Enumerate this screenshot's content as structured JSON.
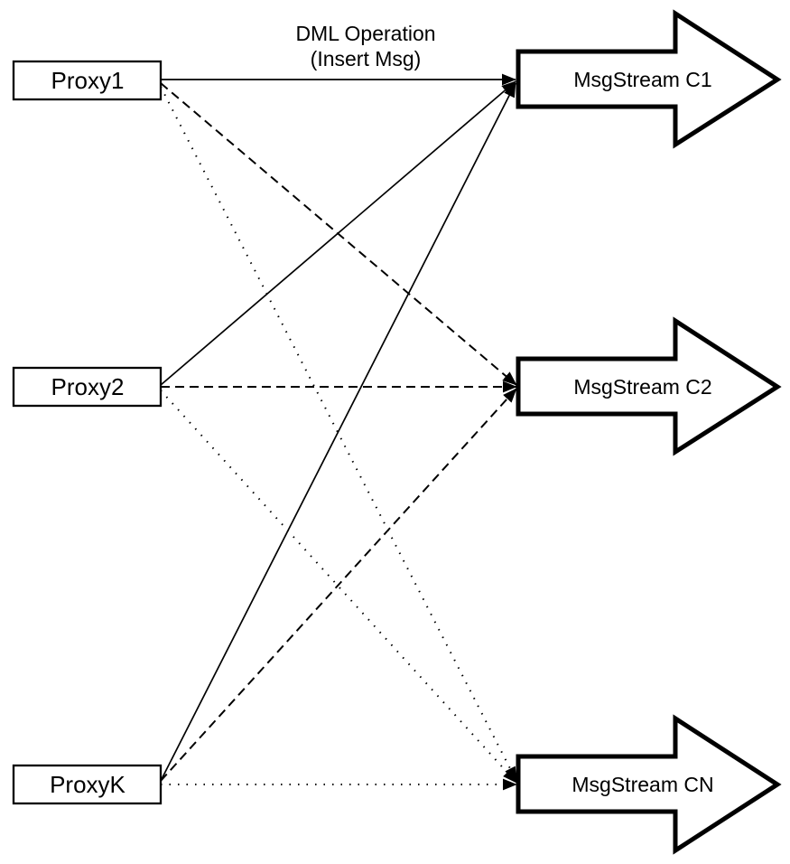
{
  "annotation": {
    "line1": "DML Operation",
    "line2": "(Insert Msg)"
  },
  "proxies": [
    {
      "label": "Proxy1"
    },
    {
      "label": "Proxy2"
    },
    {
      "label": "ProxyK"
    }
  ],
  "streams": [
    {
      "label": "MsgStream C1"
    },
    {
      "label": "MsgStream C2"
    },
    {
      "label": "MsgStream CN"
    }
  ],
  "edges": [
    {
      "from": "Proxy1",
      "to": "MsgStream C1",
      "style": "solid",
      "label": "DML Operation (Insert Msg)"
    },
    {
      "from": "Proxy2",
      "to": "MsgStream C1",
      "style": "solid"
    },
    {
      "from": "ProxyK",
      "to": "MsgStream C1",
      "style": "solid"
    },
    {
      "from": "Proxy1",
      "to": "MsgStream C2",
      "style": "dashed"
    },
    {
      "from": "Proxy2",
      "to": "MsgStream C2",
      "style": "dashed"
    },
    {
      "from": "ProxyK",
      "to": "MsgStream C2",
      "style": "dashed"
    },
    {
      "from": "Proxy1",
      "to": "MsgStream CN",
      "style": "dotted"
    },
    {
      "from": "Proxy2",
      "to": "MsgStream CN",
      "style": "dotted"
    },
    {
      "from": "ProxyK",
      "to": "MsgStream CN",
      "style": "dotted"
    }
  ],
  "colors": {
    "stroke": "#000000",
    "node_fill": "#ffffff",
    "background": "#ffffff"
  }
}
